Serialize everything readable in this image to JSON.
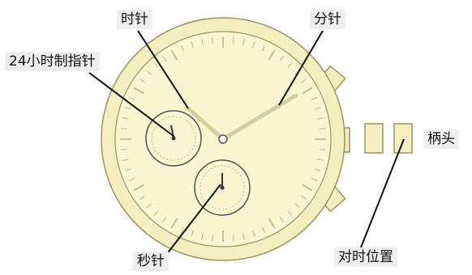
{
  "labels": {
    "hour_hand": "时针",
    "minute_hand": "分针",
    "dial_24h": "24小时制指针",
    "crown": "柄头",
    "second_hand": "秒针",
    "time_set": "对时位置"
  },
  "colors": {
    "dial_fill": "#f7f3c6",
    "outline": "#9a9460",
    "bezel": "#f3efbf",
    "hand_line": "#d4cf9f",
    "pointer": "#111111",
    "label_bg": "#eeeeee"
  }
}
